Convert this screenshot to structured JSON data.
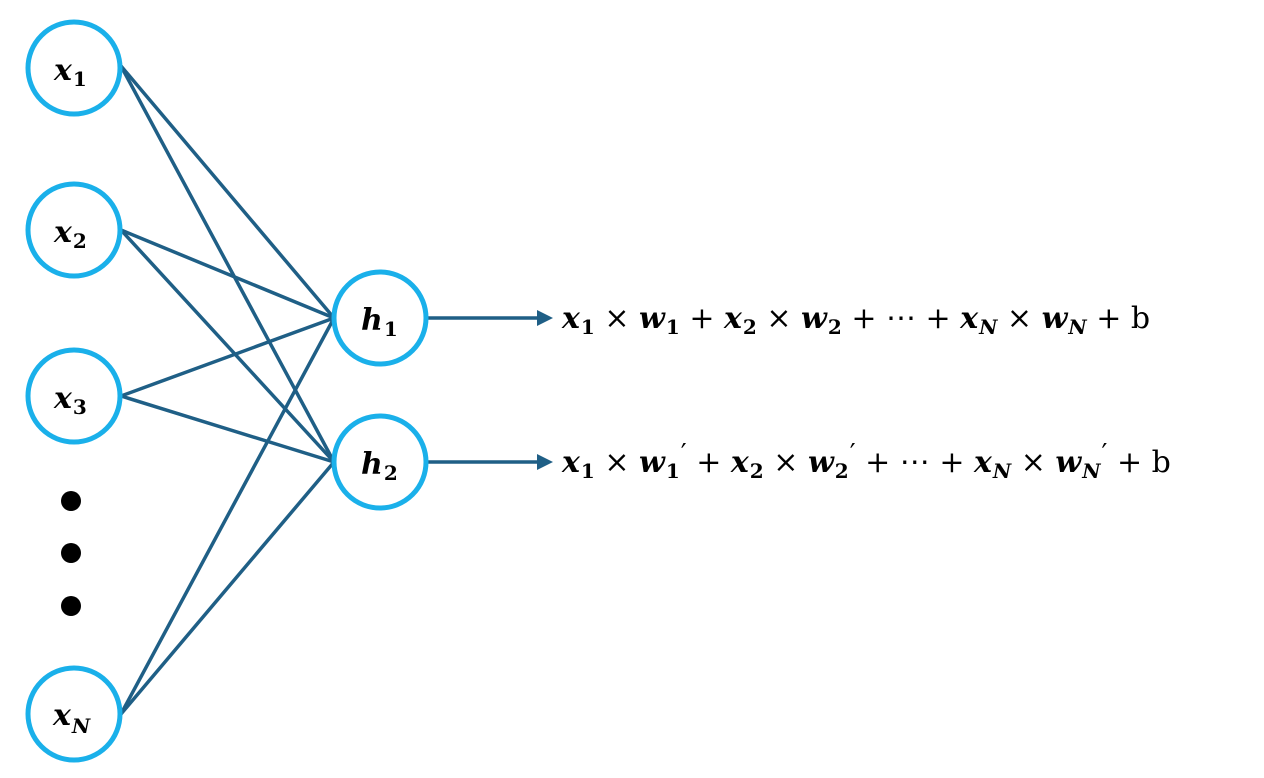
{
  "input_nodes": [
    {
      "var": "x",
      "sub": "1"
    },
    {
      "var": "x",
      "sub": "2"
    },
    {
      "var": "x",
      "sub": "3"
    },
    {
      "var": "x",
      "sub": "N"
    }
  ],
  "hidden_nodes": [
    {
      "var": "h",
      "sub": "1"
    },
    {
      "var": "h",
      "sub": "2"
    }
  ],
  "equations": [
    {
      "tokens": [
        {
          "t": "v",
          "text": "x"
        },
        {
          "t": "s",
          "text": "1"
        },
        {
          "t": "op",
          "text": " × "
        },
        {
          "t": "v",
          "text": "w"
        },
        {
          "t": "s",
          "text": "1"
        },
        {
          "t": "op",
          "text": " + "
        },
        {
          "t": "v",
          "text": "x"
        },
        {
          "t": "s",
          "text": "2"
        },
        {
          "t": "op",
          "text": " × "
        },
        {
          "t": "v",
          "text": "w"
        },
        {
          "t": "s",
          "text": "2"
        },
        {
          "t": "op",
          "text": " + ⋯ + "
        },
        {
          "t": "v",
          "text": "x"
        },
        {
          "t": "si",
          "text": "N"
        },
        {
          "t": "op",
          "text": " × "
        },
        {
          "t": "v",
          "text": "w"
        },
        {
          "t": "si",
          "text": "N"
        },
        {
          "t": "op",
          "text": " + b"
        }
      ]
    },
    {
      "tokens": [
        {
          "t": "v",
          "text": "x"
        },
        {
          "t": "s",
          "text": "1"
        },
        {
          "t": "op",
          "text": " × "
        },
        {
          "t": "v",
          "text": "w"
        },
        {
          "t": "s",
          "text": "1"
        },
        {
          "t": "pr",
          "text": "′"
        },
        {
          "t": "op",
          "text": " + "
        },
        {
          "t": "v",
          "text": "x"
        },
        {
          "t": "s",
          "text": "2"
        },
        {
          "t": "op",
          "text": " × "
        },
        {
          "t": "v",
          "text": "w"
        },
        {
          "t": "s",
          "text": "2"
        },
        {
          "t": "pr",
          "text": "′"
        },
        {
          "t": "op",
          "text": " + ⋯ + "
        },
        {
          "t": "v",
          "text": "x"
        },
        {
          "t": "si",
          "text": "N"
        },
        {
          "t": "op",
          "text": " × "
        },
        {
          "t": "v",
          "text": "w"
        },
        {
          "t": "si",
          "text": "N"
        },
        {
          "t": "pr",
          "text": "′"
        },
        {
          "t": "op",
          "text": " + b"
        }
      ]
    }
  ],
  "colors": {
    "node_stroke": "#1ab0ea",
    "edge": "#1f5f86",
    "text": "#000000"
  }
}
